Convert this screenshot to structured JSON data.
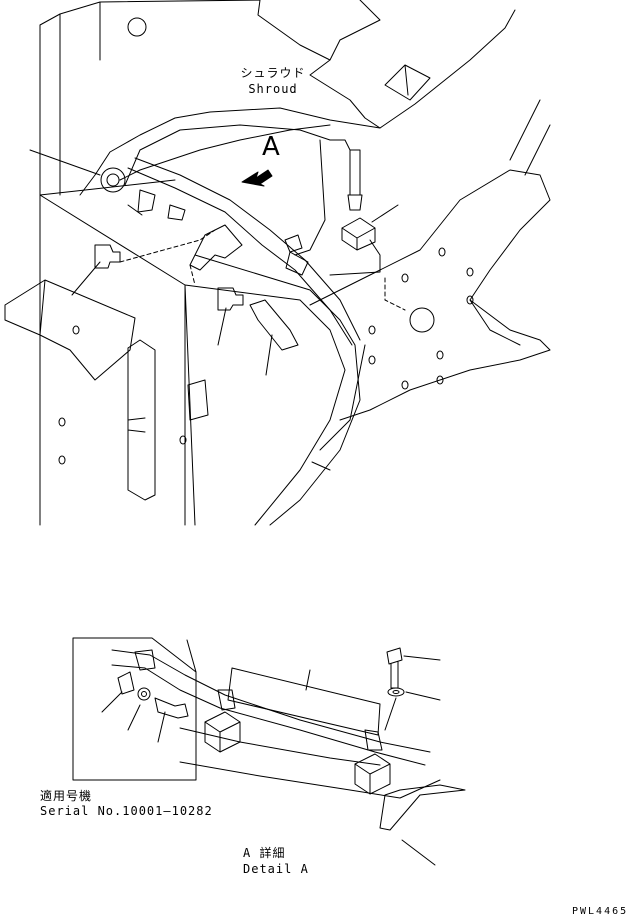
{
  "labels": {
    "shroud_jp": "シュラウド",
    "shroud_en": "Shroud",
    "view_arrow": "A",
    "serial_jp": "適用号機",
    "serial_en": "Serial No.10001—10282",
    "detail_jp": "A 詳細",
    "detail_en": "Detail A",
    "drawing_no": "PWL4465"
  },
  "colors": {
    "line": "#000000",
    "background": "#ffffff"
  }
}
